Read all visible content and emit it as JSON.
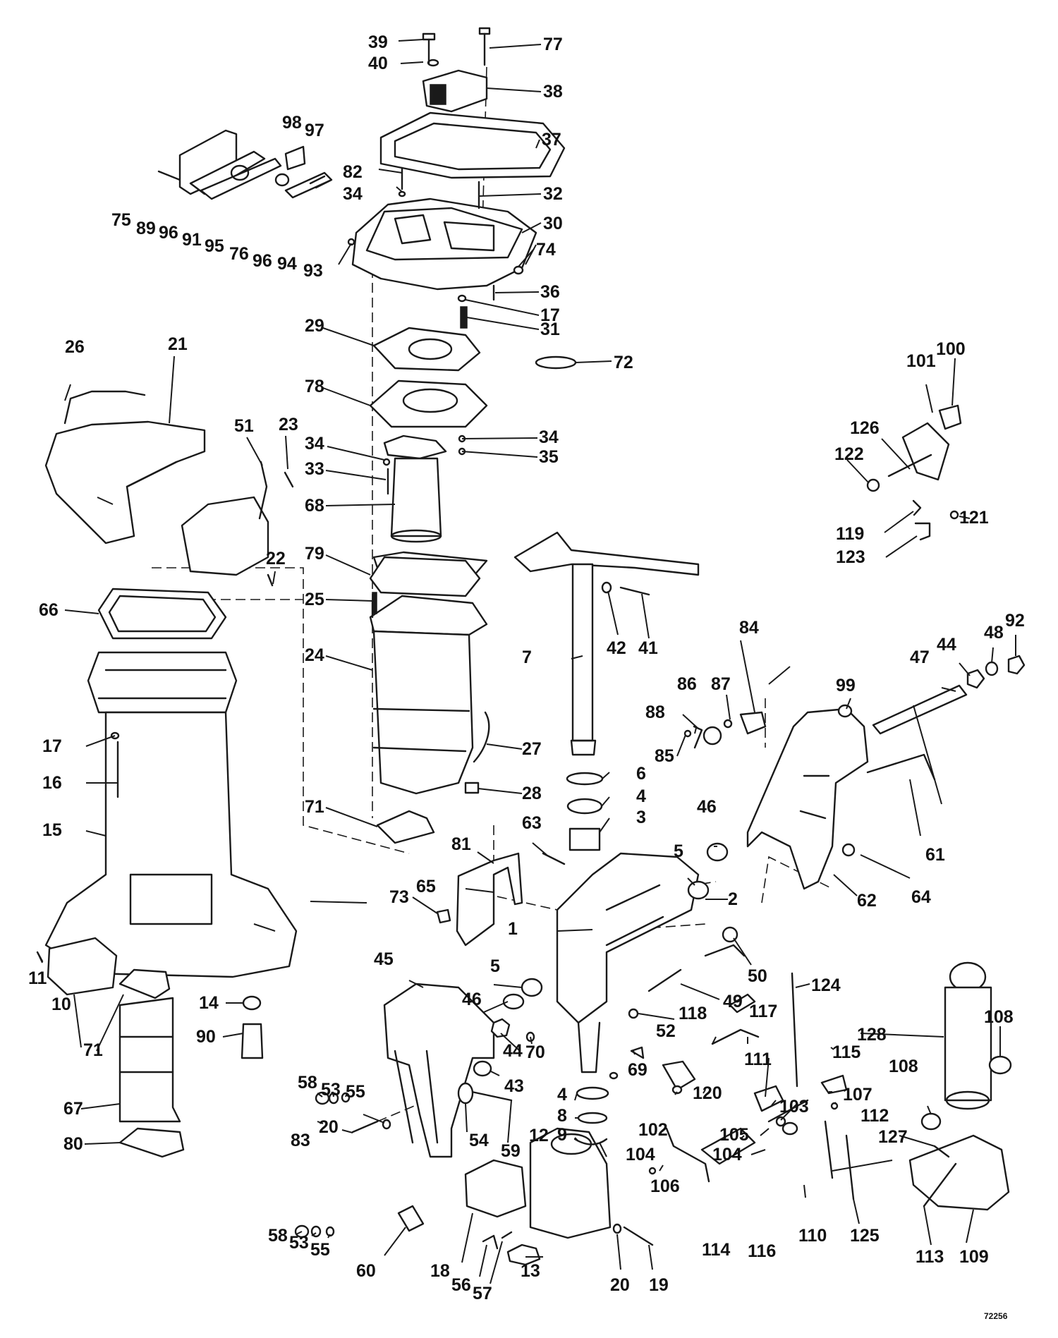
{
  "diagram": {
    "drawing_number": "72256",
    "callouts": [
      "1",
      "2",
      "3",
      "4",
      "5",
      "6",
      "7",
      "8",
      "9",
      "10",
      "11",
      "12",
      "13",
      "14",
      "15",
      "16",
      "17",
      "18",
      "19",
      "20",
      "21",
      "22",
      "23",
      "24",
      "25",
      "26",
      "27",
      "28",
      "29",
      "30",
      "31",
      "32",
      "33",
      "34",
      "35",
      "36",
      "37",
      "38",
      "39",
      "40",
      "41",
      "42",
      "43",
      "44",
      "45",
      "46",
      "47",
      "48",
      "49",
      "50",
      "51",
      "52",
      "53",
      "54",
      "55",
      "56",
      "57",
      "58",
      "59",
      "60",
      "61",
      "62",
      "63",
      "64",
      "65",
      "66",
      "67",
      "68",
      "69",
      "70",
      "71",
      "72",
      "73",
      "74",
      "75",
      "76",
      "77",
      "78",
      "79",
      "80",
      "81",
      "82",
      "83",
      "84",
      "85",
      "86",
      "87",
      "88",
      "89",
      "90",
      "91",
      "92",
      "93",
      "94",
      "95",
      "96",
      "97",
      "98",
      "99",
      "100",
      "101",
      "102",
      "103",
      "104",
      "105",
      "106",
      "107",
      "108",
      "109",
      "110",
      "111",
      "112",
      "113",
      "114",
      "115",
      "116",
      "117",
      "118",
      "119",
      "120",
      "121",
      "122",
      "123",
      "124",
      "125",
      "126",
      "127",
      "128"
    ]
  }
}
